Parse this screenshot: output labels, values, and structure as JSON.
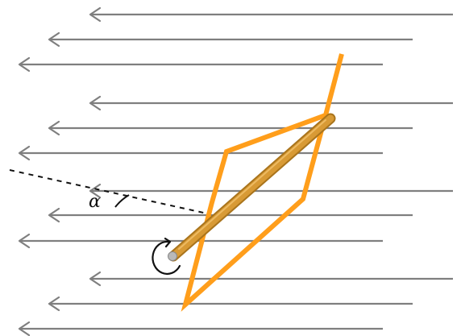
{
  "diagram": {
    "angle_label": "α"
  },
  "colors": {
    "field_arrow": "#7f7f7f",
    "frame": "#ff9e1b",
    "rod_main": "#d89a35",
    "rod_shadow": "#a9741c",
    "rod_cap": "#b9b9b9",
    "reference_line": "#111111",
    "rotation_arrow": "#111111",
    "background": "#ffffff"
  },
  "icons": {
    "field_arrows": "left-pointing-arrow",
    "rotation": "counterclockwise-rotation-arrow"
  }
}
